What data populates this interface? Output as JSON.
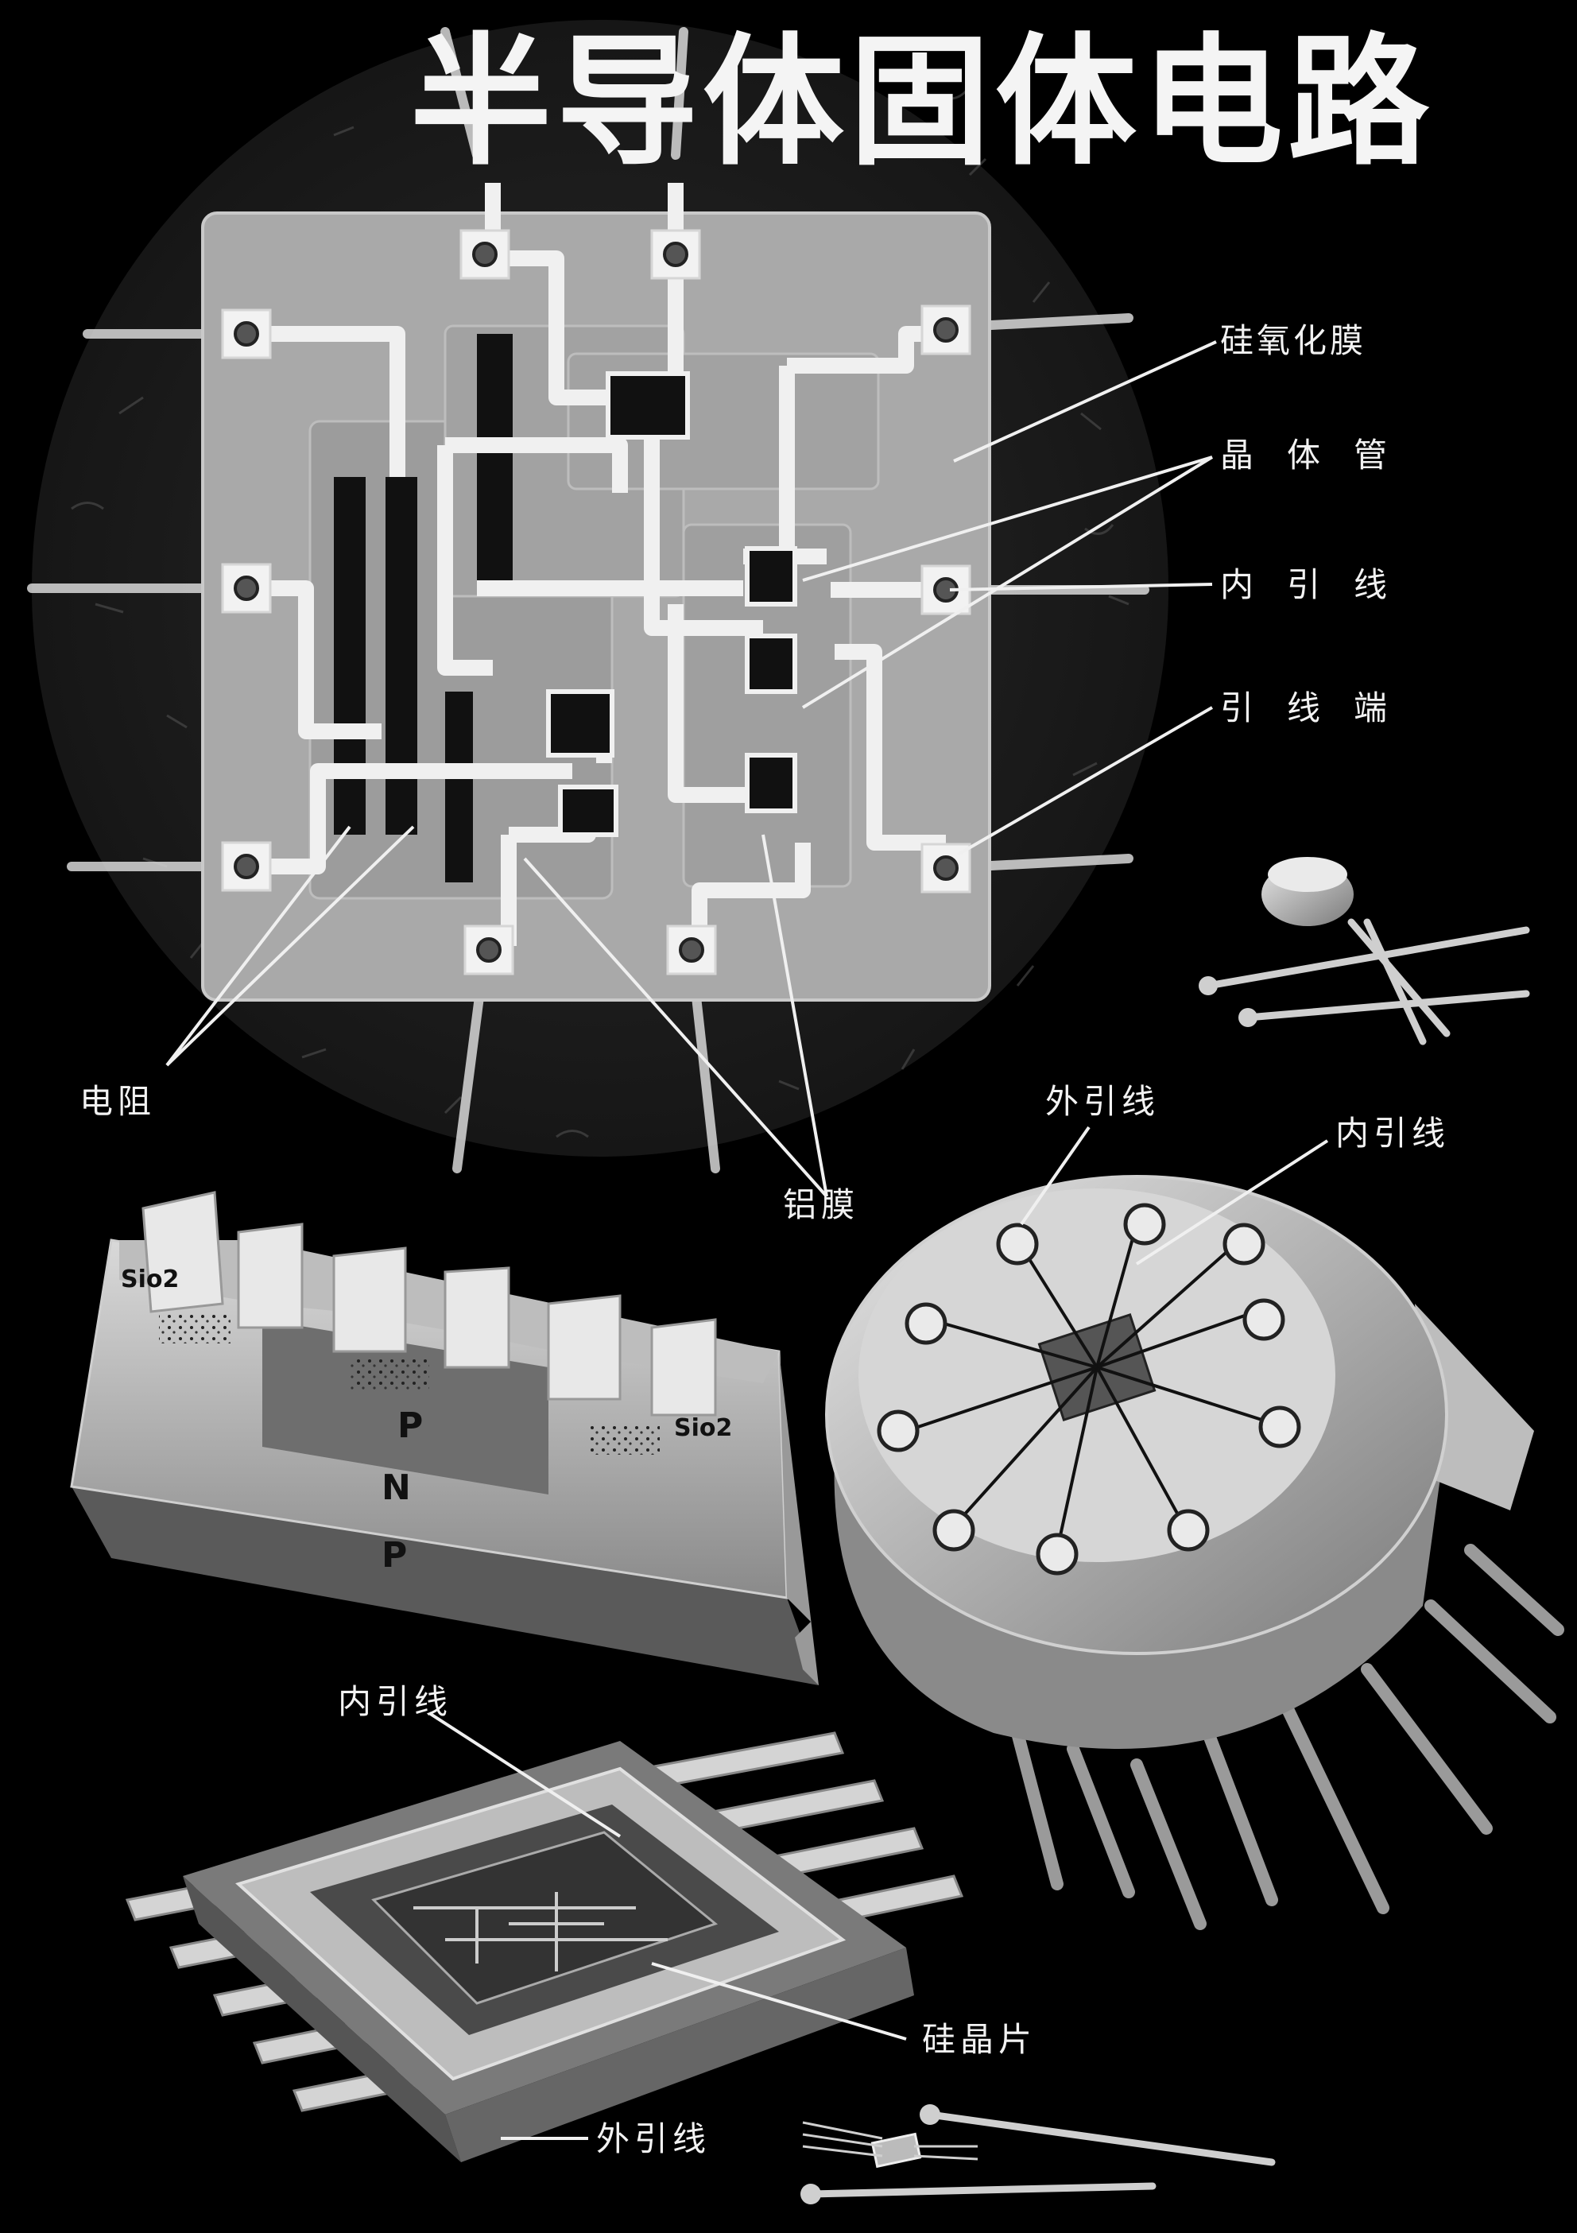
{
  "title": "半导体固体电路",
  "labels": {
    "silicon_oxide_film": "硅氧化膜",
    "transistor": "晶体管",
    "inner_lead": "内引线",
    "lead_terminal": "引线端",
    "resistor": "电阻",
    "aluminum_film": "铝膜",
    "outer_lead_round": "外引线",
    "inner_lead_round": "内引线",
    "inner_lead_flat": "内引线",
    "silicon_wafer": "硅晶片",
    "outer_lead_flat": "外引线"
  },
  "cross_section": {
    "sio2_left": "Sio2",
    "sio2_right": "Sio2",
    "p_top": "P",
    "n_mid": "N",
    "p_bottom": "P"
  },
  "colors": {
    "background": "#000000",
    "chip": "#a9a9a9",
    "metal": "#f0f0f0",
    "text": "#f2f2f2"
  }
}
